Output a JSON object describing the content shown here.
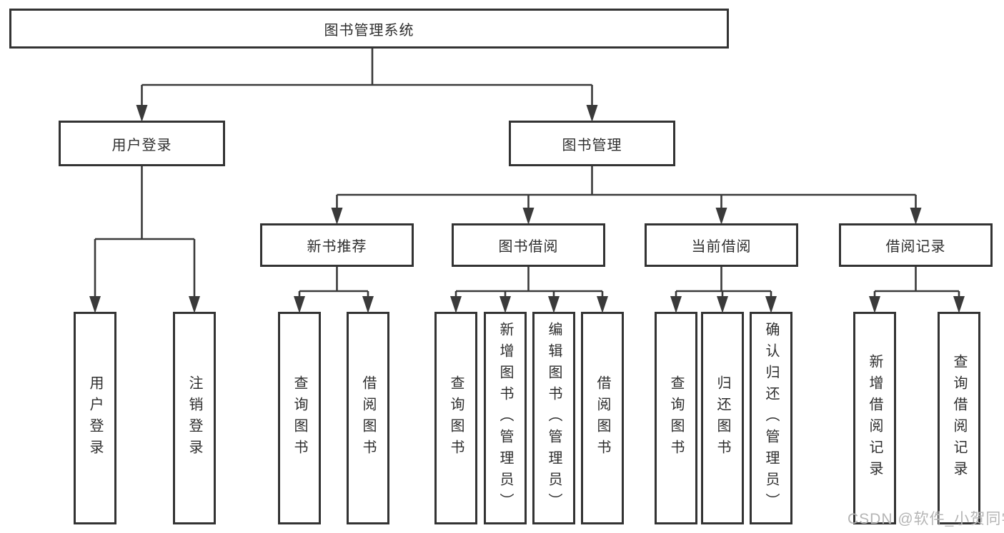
{
  "diagram": {
    "title": "图书管理系统",
    "watermark": "CSDN @软件_小贺同学",
    "colors": {
      "line": "#3a3a3a",
      "box_border": "#333333",
      "box_fill": "#ffffff",
      "text": "#2e2e2e",
      "watermark": "#b5b5b5",
      "background": "#ffffff"
    },
    "nodes": [
      {
        "id": "root",
        "label": "图书管理系统",
        "level": 1,
        "parent": null
      },
      {
        "id": "user-login",
        "label": "用户登录",
        "level": 2,
        "parent": "root"
      },
      {
        "id": "book-management",
        "label": "图书管理",
        "level": 2,
        "parent": "root"
      },
      {
        "id": "new-book-recommend",
        "label": "新书推荐",
        "level": 3,
        "parent": "book-management"
      },
      {
        "id": "book-borrow",
        "label": "图书借阅",
        "level": 3,
        "parent": "book-management"
      },
      {
        "id": "current-borrow",
        "label": "当前借阅",
        "level": 3,
        "parent": "book-management"
      },
      {
        "id": "borrow-records",
        "label": "借阅记录",
        "level": 3,
        "parent": "book-management"
      },
      {
        "id": "leaf-user-login",
        "label": "用户登录",
        "level": 4,
        "parent": "user-login"
      },
      {
        "id": "leaf-logout",
        "label": "注销登录",
        "level": 4,
        "parent": "user-login"
      },
      {
        "id": "leaf-query-books-recommend",
        "label": "查询图书",
        "level": 4,
        "parent": "new-book-recommend"
      },
      {
        "id": "leaf-borrow-books-recommend",
        "label": "借阅图书",
        "level": 4,
        "parent": "new-book-recommend"
      },
      {
        "id": "leaf-query-books-borrow",
        "label": "查询图书",
        "level": 4,
        "parent": "book-borrow"
      },
      {
        "id": "leaf-add-books-admin",
        "label": "新增图书（管理员）",
        "level": 4,
        "parent": "book-borrow"
      },
      {
        "id": "leaf-edit-books-admin",
        "label": "编辑图书（管理员）",
        "level": 4,
        "parent": "book-borrow"
      },
      {
        "id": "leaf-borrow-books",
        "label": "借阅图书",
        "level": 4,
        "parent": "book-borrow"
      },
      {
        "id": "leaf-query-books-current",
        "label": "查询图书",
        "level": 4,
        "parent": "current-borrow"
      },
      {
        "id": "leaf-return-books",
        "label": "归还图书",
        "level": 4,
        "parent": "current-borrow"
      },
      {
        "id": "leaf-confirm-return-admin",
        "label": "确认归还（管理员）",
        "level": 4,
        "parent": "current-borrow"
      },
      {
        "id": "leaf-add-borrow-record",
        "label": "新增借阅记录",
        "level": 4,
        "parent": "borrow-records"
      },
      {
        "id": "leaf-query-borrow-record",
        "label": "查询借阅记录",
        "level": 4,
        "parent": "borrow-records"
      }
    ]
  }
}
